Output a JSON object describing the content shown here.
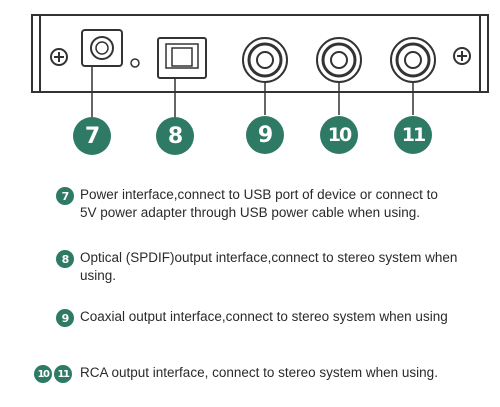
{
  "callouts": [
    "7",
    "8",
    "9",
    "10",
    "11"
  ],
  "items": [
    {
      "badges": [
        "7"
      ],
      "lines": [
        "Power interface,connect to USB port of device  or connect to",
        "5V power adapter through USB power cable when using."
      ]
    },
    {
      "badges": [
        "8"
      ],
      "lines": [
        "Optical (SPDIF)output interface,connect to stereo system when",
        "using."
      ]
    },
    {
      "badges": [
        "9"
      ],
      "lines": [
        "Coaxial output interface,connect to stereo system when using"
      ]
    },
    {
      "badges": [
        "10",
        "11"
      ],
      "lines": [
        "RCA output interface, connect to stereo system when using."
      ]
    }
  ],
  "colors": {
    "badge": "#2e7a64",
    "panel_stroke": "#333333"
  }
}
